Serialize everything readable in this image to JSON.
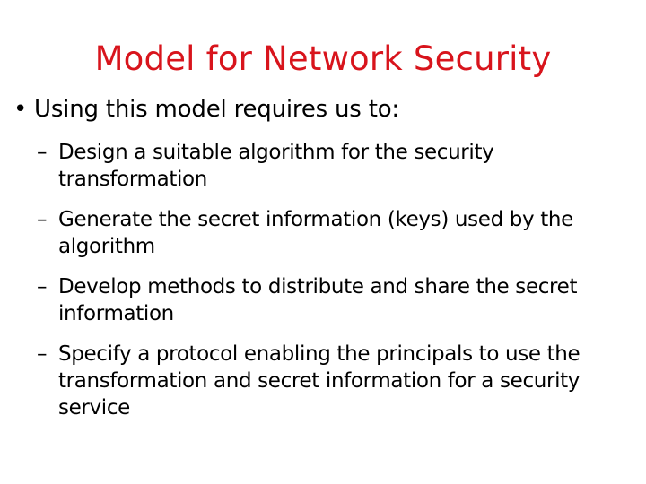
{
  "slide": {
    "title": "Model for Network Security",
    "title_color": "#d8141c",
    "body_color": "#000000",
    "background_color": "#ffffff",
    "bullets": [
      {
        "level": 1,
        "marker": "•",
        "text": "Using this model requires us to:"
      },
      {
        "level": 2,
        "marker": "–",
        "text": "Design a suitable algorithm for the security transformation"
      },
      {
        "level": 2,
        "marker": "–",
        "text": "Generate the secret information (keys) used by the algorithm"
      },
      {
        "level": 2,
        "marker": "–",
        "text": "Develop methods to distribute and share the secret information"
      },
      {
        "level": 2,
        "marker": "–",
        "text": "Specify a protocol enabling the principals to use the transformation and secret information for a security service"
      }
    ]
  }
}
